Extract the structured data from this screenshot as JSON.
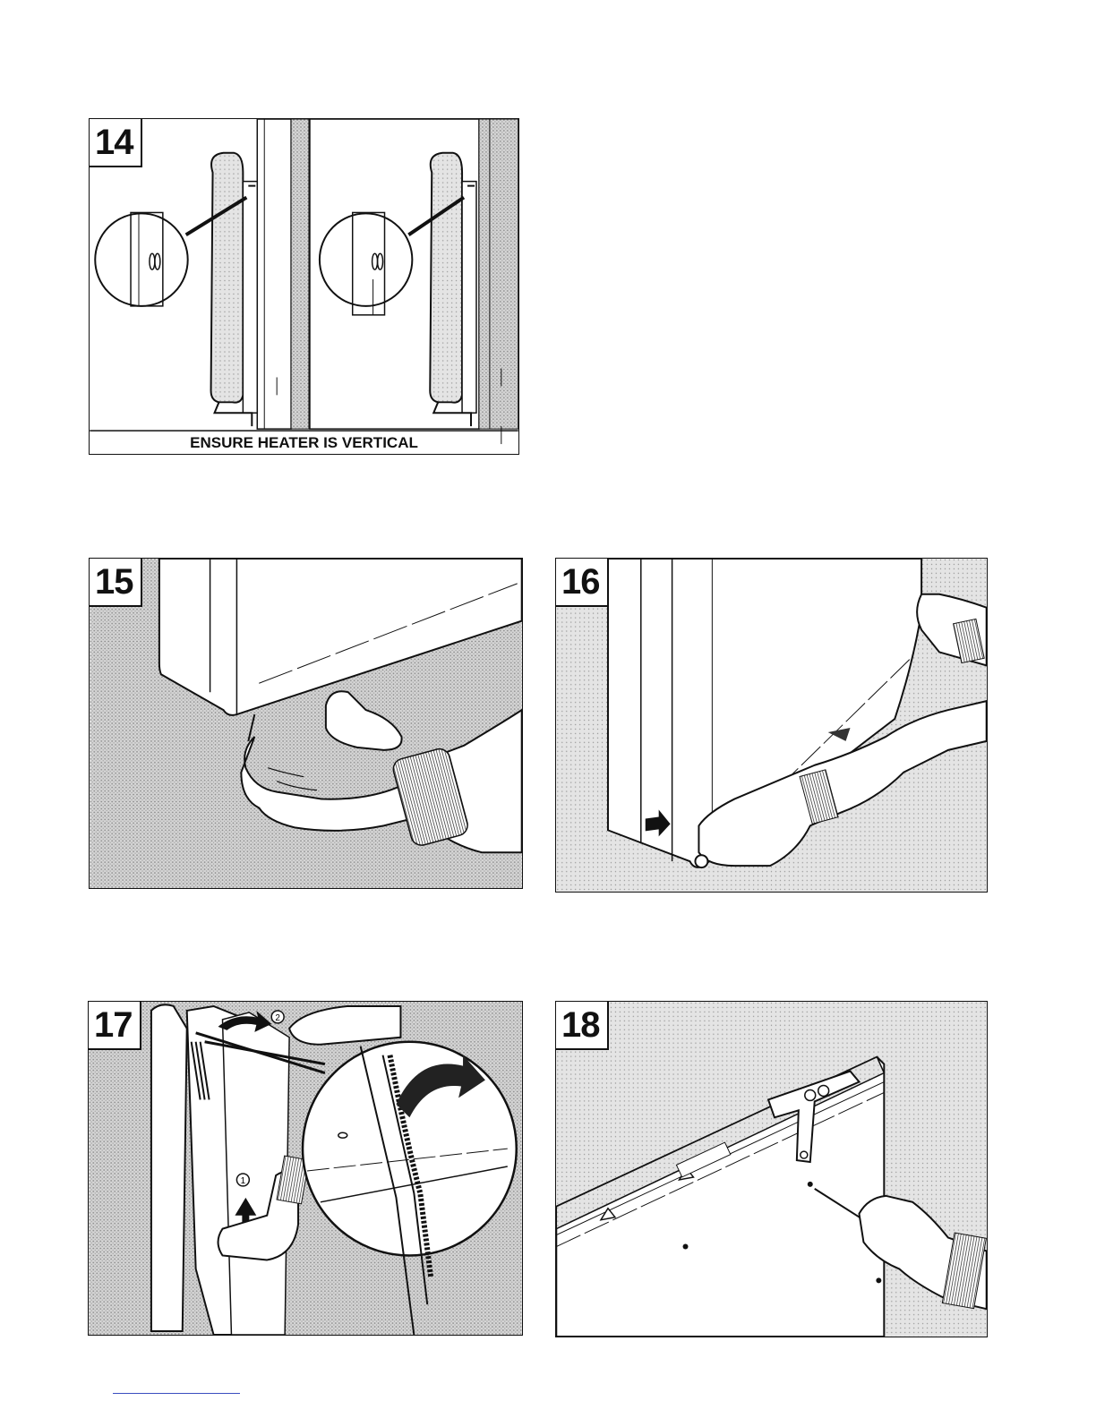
{
  "figures": [
    {
      "id": "fig14",
      "number": "14",
      "caption": "ENSURE HEATER IS VERTICAL"
    },
    {
      "id": "fig15",
      "number": "15"
    },
    {
      "id": "fig16",
      "number": "16"
    },
    {
      "id": "fig17",
      "number": "17",
      "callouts": [
        "1",
        "2"
      ]
    },
    {
      "id": "fig18",
      "number": "18"
    }
  ],
  "colors": {
    "ink": "#111111",
    "shading": "#bdbdbd",
    "paper": "#ffffff",
    "footer_rule": "#3a4ec0"
  }
}
